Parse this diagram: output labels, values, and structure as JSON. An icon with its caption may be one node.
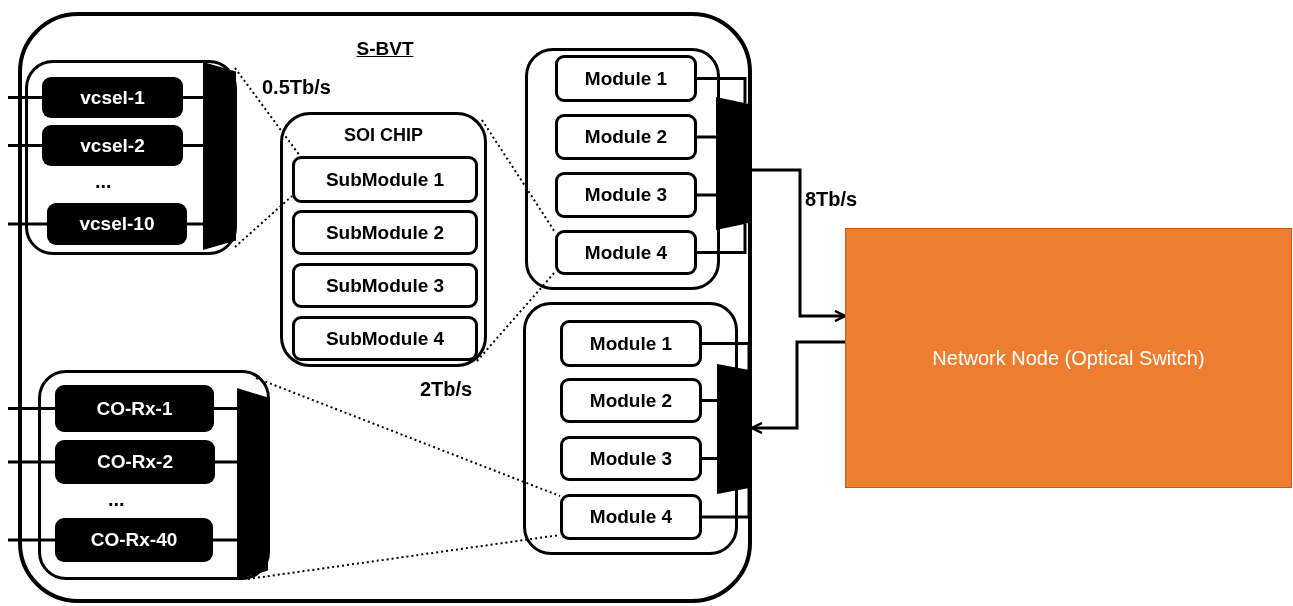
{
  "diagram": {
    "nodes": [
      {
        "text": [
          "S-BVT"
        ]
      },
      {
        "text": [],
        "shape": "box",
        "in": 0
      },
      {
        "text": [
          "vcsel-1"
        ],
        "in": 1
      },
      {
        "text": [
          "vcsel-2"
        ],
        "in": 1
      },
      {
        "text": [
          "vcsel-10"
        ],
        "in": 1
      },
      {
        "text": [],
        "shape": "trapezoid",
        "in": 1
      },
      {
        "text": [
          "SOI CHIP"
        ],
        "in": 0
      },
      {
        "text": [
          "SubModule 1"
        ],
        "in": 6
      },
      {
        "text": [
          "SubModule 2"
        ],
        "in": 6
      },
      {
        "text": [
          "SubModule 3"
        ],
        "in": 6
      },
      {
        "text": [
          "SubModule 4"
        ],
        "in": 6
      },
      {
        "text": [],
        "shape": "box",
        "in": 0
      },
      {
        "text": [
          "Module 1"
        ],
        "in": 11
      },
      {
        "text": [
          "Module 2"
        ],
        "in": 11
      },
      {
        "text": [
          "Module 3"
        ],
        "in": 11
      },
      {
        "text": [
          "Module 4"
        ],
        "in": 11
      },
      {
        "text": [],
        "shape": "trapezoid",
        "in": 0
      },
      {
        "text": [],
        "shape": "box",
        "in": 0
      },
      {
        "text": [
          "Module 1"
        ],
        "in": 17
      },
      {
        "text": [
          "Module 2"
        ],
        "in": 17
      },
      {
        "text": [
          "Module 3"
        ],
        "in": 17
      },
      {
        "text": [
          "Module 4"
        ],
        "in": 17
      },
      {
        "text": [],
        "shape": "trapezoid",
        "in": 0
      },
      {
        "text": [],
        "shape": "box",
        "in": 0
      },
      {
        "text": [
          "CO-Rx-1"
        ],
        "in": 23
      },
      {
        "text": [
          "CO-Rx-2"
        ],
        "in": 23
      },
      {
        "text": [
          "CO-Rx-40"
        ],
        "in": 23
      },
      {
        "text": [],
        "shape": "trapezoid",
        "in": 23
      },
      {
        "text": [
          "Network Node (Optical Switch)"
        ]
      }
    ],
    "edges": [
      {
        "from": null,
        "to": 2,
        "arrow": "none"
      },
      {
        "from": null,
        "to": 3,
        "arrow": "none"
      },
      {
        "from": null,
        "to": 4,
        "arrow": "none"
      },
      {
        "from": 2,
        "to": 5,
        "arrow": "none"
      },
      {
        "from": 3,
        "to": 5,
        "arrow": "none"
      },
      {
        "from": 4,
        "to": 5,
        "arrow": "none"
      },
      {
        "from": 1,
        "to": 7,
        "arrow": "none",
        "style": "dashed"
      },
      {
        "from": 1,
        "to": 7,
        "arrow": "none",
        "style": "dashed"
      },
      {
        "from": 6,
        "to": 15,
        "arrow": "none",
        "style": "dashed"
      },
      {
        "from": 6,
        "to": 15,
        "arrow": "none",
        "style": "dashed"
      },
      {
        "from": 12,
        "to": 16,
        "arrow": "none"
      },
      {
        "from": 13,
        "to": 16,
        "arrow": "none"
      },
      {
        "from": 14,
        "to": 16,
        "arrow": "none"
      },
      {
        "from": 15,
        "to": 16,
        "arrow": "none"
      },
      {
        "from": 16,
        "to": 28,
        "arrow": "to"
      },
      {
        "from": 28,
        "to": 22,
        "arrow": "to"
      },
      {
        "from": 18,
        "to": 22,
        "arrow": "none"
      },
      {
        "from": 19,
        "to": 22,
        "arrow": "none"
      },
      {
        "from": 20,
        "to": 22,
        "arrow": "none"
      },
      {
        "from": 21,
        "to": 22,
        "arrow": "none"
      },
      {
        "from": null,
        "to": 24,
        "arrow": "none"
      },
      {
        "from": null,
        "to": 25,
        "arrow": "none"
      },
      {
        "from": null,
        "to": 26,
        "arrow": "none"
      },
      {
        "from": 24,
        "to": 27,
        "arrow": "none"
      },
      {
        "from": 25,
        "to": 27,
        "arrow": "none"
      },
      {
        "from": 26,
        "to": 27,
        "arrow": "none"
      },
      {
        "from": 23,
        "to": 21,
        "arrow": "none",
        "style": "dashed"
      },
      {
        "from": 23,
        "to": 21,
        "arrow": "none",
        "style": "dashed"
      }
    ],
    "labels": [
      "0.5Tb/s",
      "...",
      "8Tb/s",
      "2Tb/s",
      "..."
    ]
  }
}
